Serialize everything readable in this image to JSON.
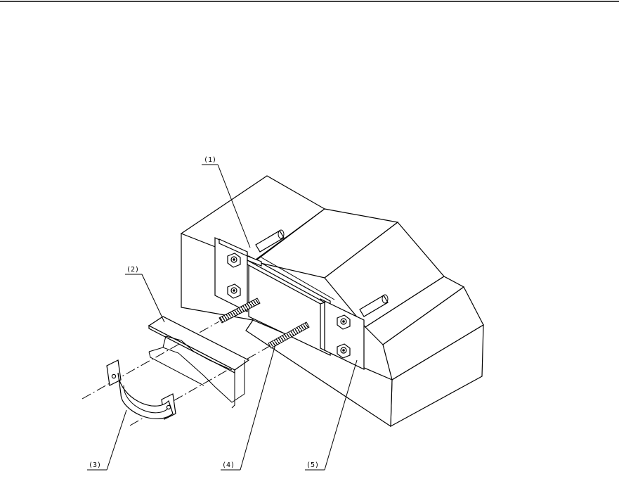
{
  "callouts": {
    "c1": "(1)",
    "c2": "(2)",
    "c3": "(3)",
    "c4": "(4)",
    "c5": "(5)"
  },
  "colors": {
    "line": "#000000",
    "background": "#ffffff"
  }
}
